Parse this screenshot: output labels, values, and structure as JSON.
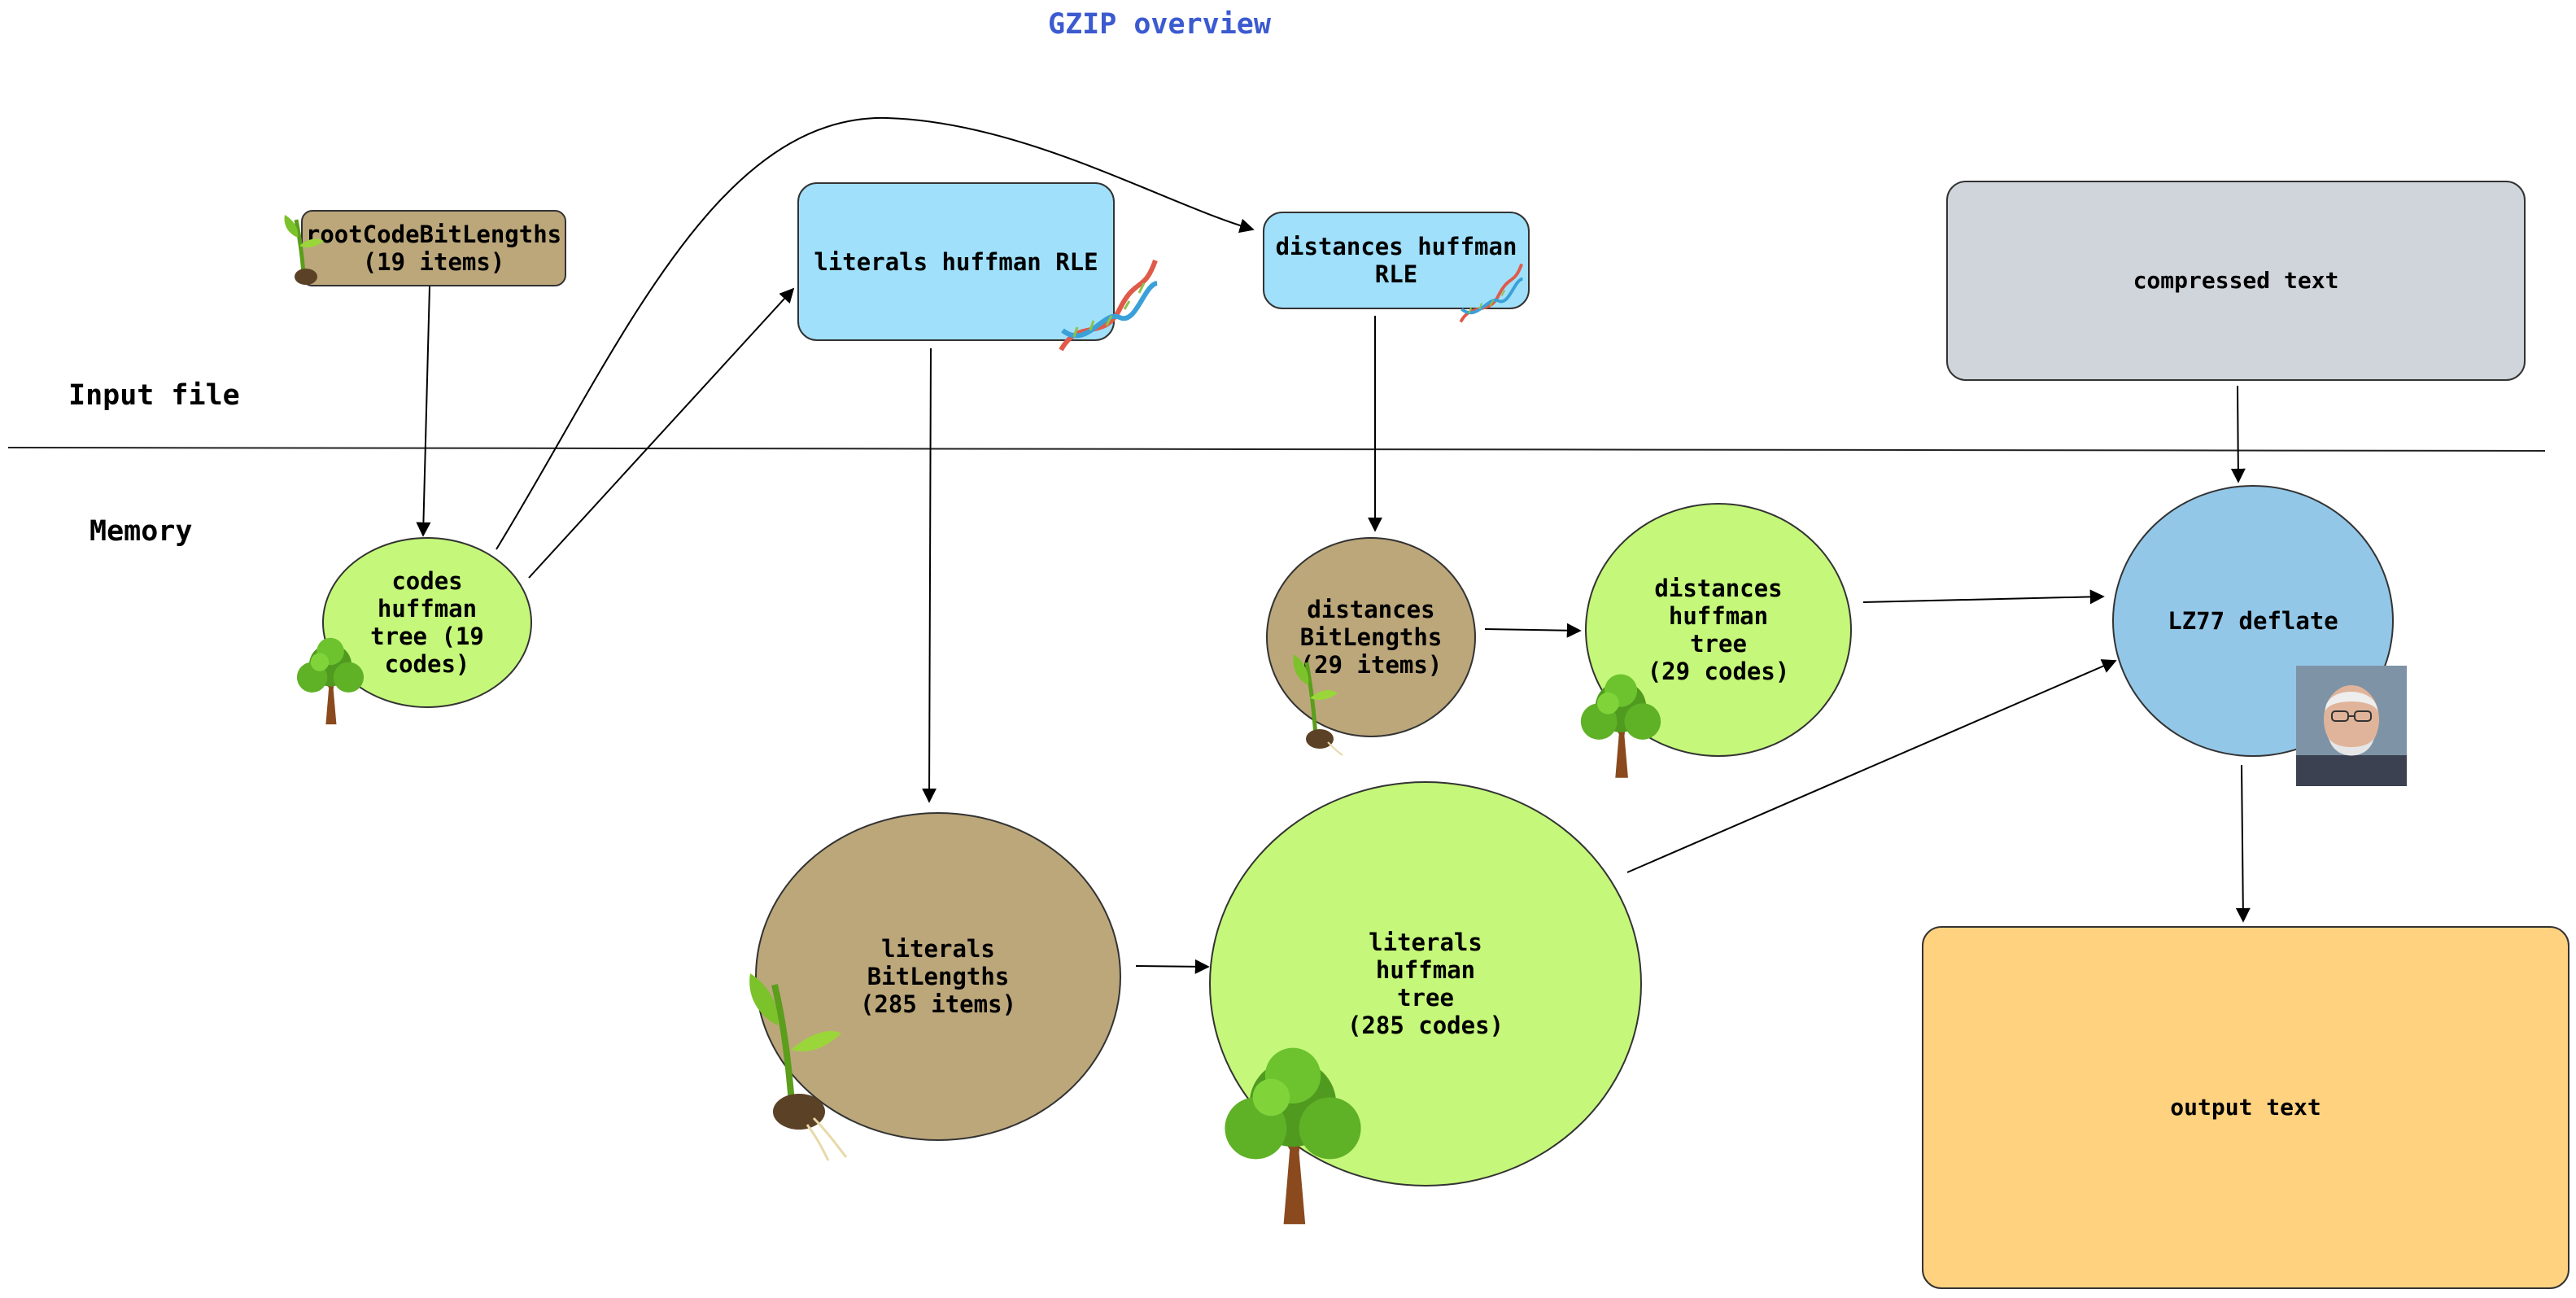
{
  "title": "GZIP overview",
  "sections": {
    "input_file": "Input file",
    "memory": "Memory"
  },
  "nodes": {
    "root_code_bit_lengths": "rootCodeBitLengths\n(19 items)",
    "literals_huffman_rle": "literals huffman RLE",
    "distances_huffman_rle": "distances huffman\nRLE",
    "compressed_text": "compressed text",
    "codes_huffman_tree": "codes\nhuffman\ntree (19\ncodes)",
    "distances_bit_lengths": "distances\nBitLengths\n(29 items)",
    "distances_huffman_tree": "distances\nhuffman\ntree\n(29 codes)",
    "lz77_deflate": "LZ77 deflate",
    "literals_bit_lengths": "literals\nBitLengths\n(285 items)",
    "literals_huffman_tree": "literals\nhuffman\ntree\n(285 codes)",
    "output_text": "output text"
  },
  "colors": {
    "title": "#3c5ad0",
    "bit_lengths_fill": "#bca77b",
    "tree_fill": "#c5f77a",
    "rle_fill": "#a0e0fb",
    "compressed_fill": "#d0d5dc",
    "lz77_fill": "#93c7e8",
    "output_fill": "#ffd280"
  },
  "icons": [
    "seedling-icon",
    "dna-icon",
    "tree-icon",
    "portrait-photo"
  ]
}
